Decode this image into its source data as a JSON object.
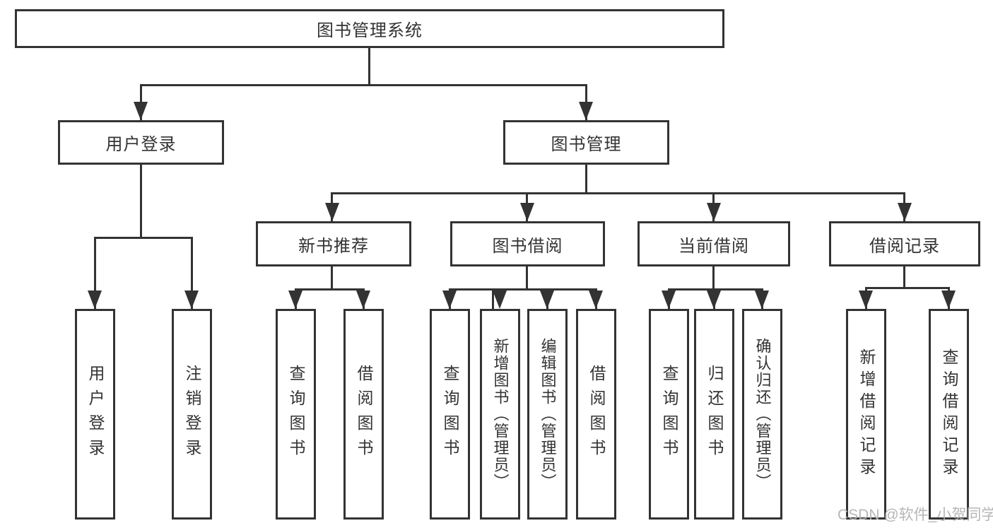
{
  "title": "图书管理系统",
  "branches": {
    "user": {
      "label": "用户登录",
      "children": [
        "用户登录",
        "注销登录"
      ]
    },
    "book": {
      "label": "图书管理",
      "sections": [
        {
          "label": "新书推荐",
          "children": [
            "查询图书",
            "借阅图书"
          ]
        },
        {
          "label": "图书借阅",
          "children": [
            "查询图书",
            "新增图书（管理员）",
            "编辑图书（管理员）",
            "借阅图书"
          ]
        },
        {
          "label": "当前借阅",
          "children": [
            "查询图书",
            "归还图书",
            "确认归还（管理员）"
          ]
        },
        {
          "label": "借阅记录",
          "children": [
            "新增借阅记录",
            "查询借阅记录"
          ]
        }
      ]
    }
  },
  "watermark": "CSDN @软件_小贺同学",
  "colors": {
    "line": "#333333",
    "text": "#333333",
    "watermark": "#b2b2b2",
    "background": "#ffffff"
  }
}
